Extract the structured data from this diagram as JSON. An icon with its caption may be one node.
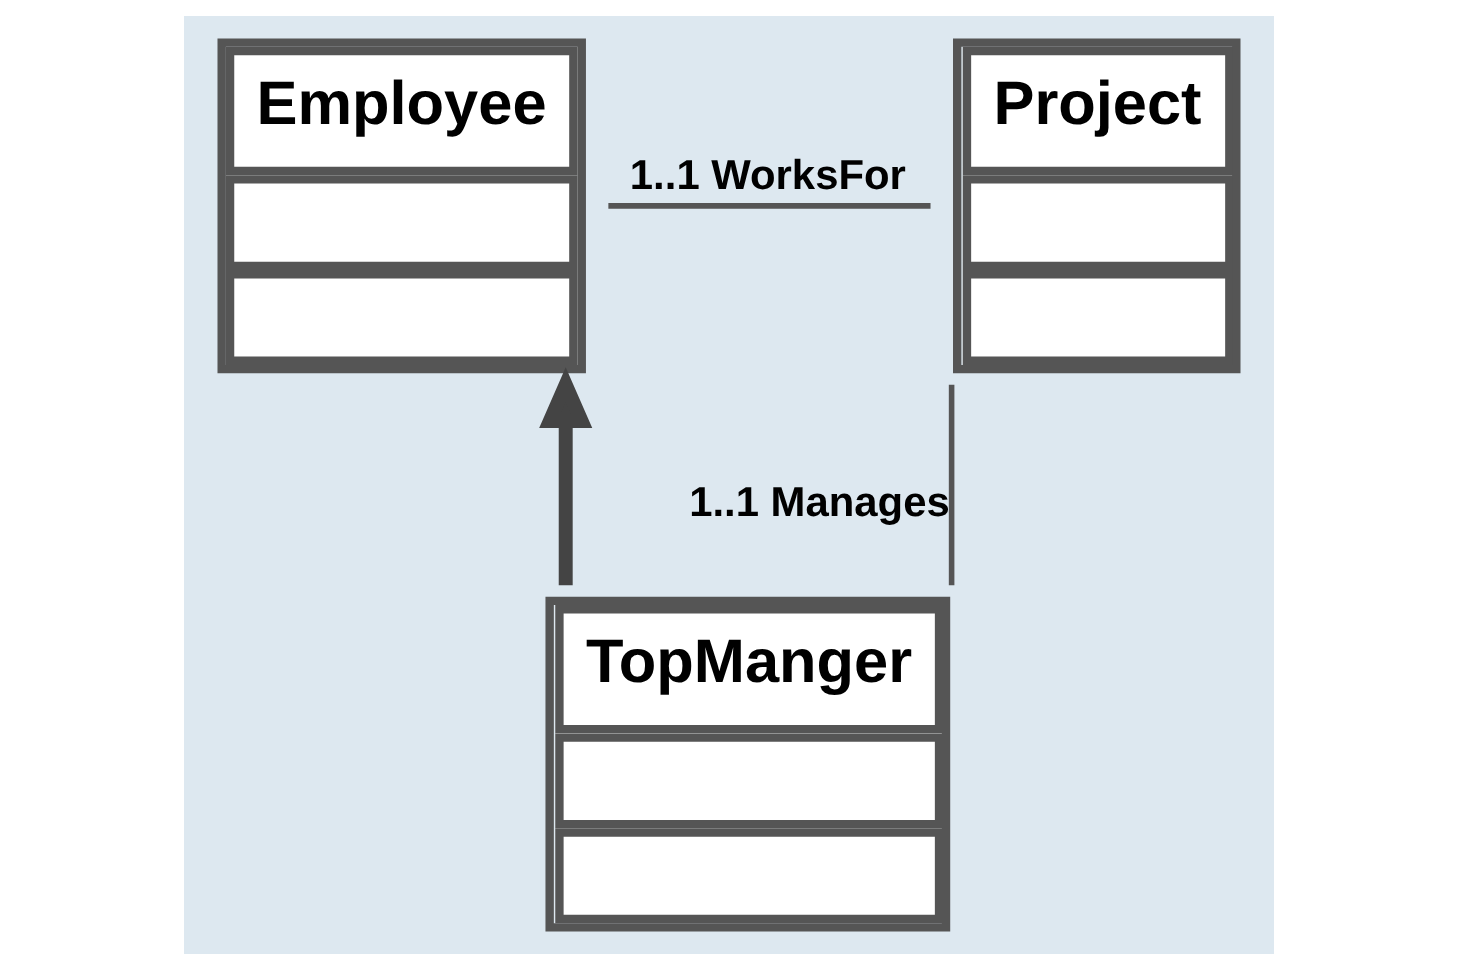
{
  "diagram": {
    "nodes": [
      {
        "text": [
          "Employee"
        ]
      },
      {
        "text": [
          "Project"
        ]
      },
      {
        "text": [
          "TopManger"
        ]
      }
    ],
    "edges": [
      {
        "from": 0,
        "to": 1,
        "arrow": "none",
        "label": "1..1 WorksFor"
      },
      {
        "from": 2,
        "to": 0,
        "arrow": "to",
        "style": "thick"
      },
      {
        "from": 2,
        "to": 1,
        "arrow": "none",
        "label": "1..1 Manages"
      }
    ]
  }
}
